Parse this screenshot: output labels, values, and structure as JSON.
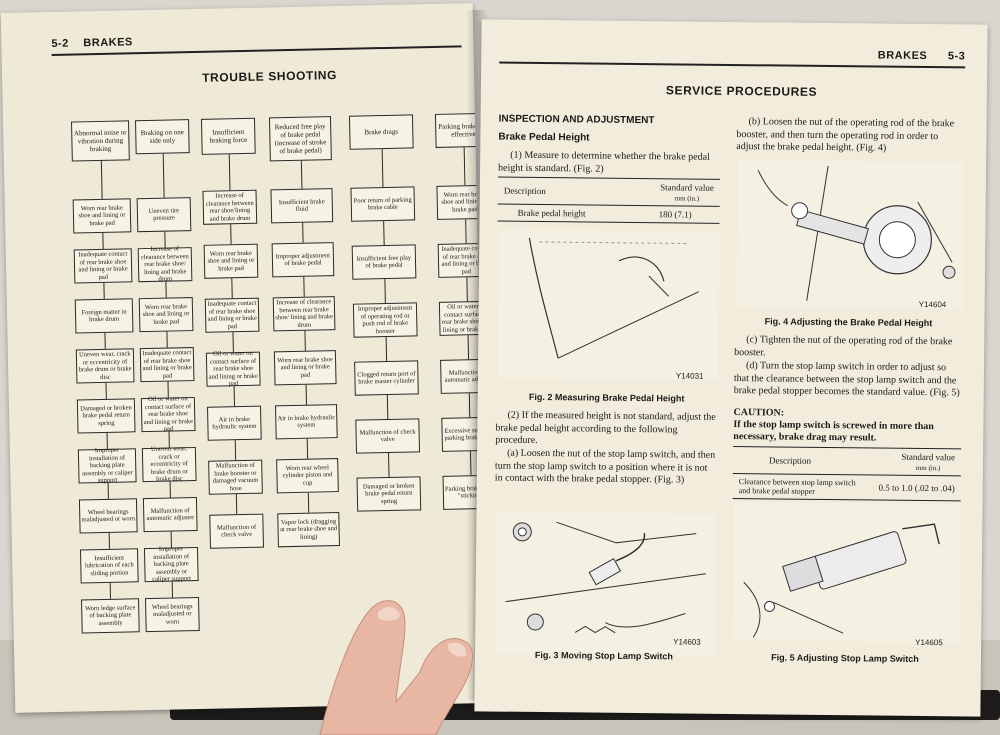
{
  "left_page": {
    "page_number": "5-2",
    "header_title": "BRAKES",
    "section_title": "TROUBLE SHOOTING",
    "symptoms": [
      "Abnormal noise or vibration during braking",
      "Braking on one side only",
      "Insufficient braking force",
      "Reduced free play of brake pedal (increase of stroke of brake pedal)",
      "Brake drags",
      "Parking brake not effective"
    ],
    "col1": [
      "Worn rear brake shoe and lining or brake pad",
      "Inadequate contact of rear brake shoe and lining or brake pad",
      "Foreign matter in brake drum",
      "Uneven wear, crack or eccentricity of brake drum or brake disc",
      "Damaged or broken brake pedal return spring",
      "Improper installation of backing plate assembly or caliper support",
      "Wheel bearings maladjusted or worn",
      "Insufficient lubrication of each sliding portion",
      "Worn ledge surface of backing plate assembly"
    ],
    "col2": [
      "Uneven tire pressure",
      "Increase of clearance between rear brake shoe/ lining and brake drum",
      "Worn rear brake shoe and lining or brake pad",
      "Inadequate contact of rear brake shoe and lining or brake pad",
      "Oil or water on contact surface of rear brake shoe and lining or brake pad",
      "Uneven wear, crack or eccentricity of brake drum or brake disc",
      "Malfunction of automatic adjuster",
      "Improper installation of backing plate assembly or caliper support",
      "Wheel bearings maladjusted or worn"
    ],
    "col3": [
      "Increase of clearance between rear shoe/lining and brake drum",
      "Worn rear brake shoe and lining or brake pad",
      "Inadequate contact of rear brake shoe and lining or brake pad",
      "Oil or water on contact surface of rear brake shoe and lining or brake pad",
      "Air in brake hydraulic system",
      "Malfunction of brake booster or damaged vacuum hose",
      "Malfunction of check valve"
    ],
    "col4": [
      "Insufficient brake fluid",
      "Improper adjustment of brake pedal",
      "Increase of clearance between rear brake shoe/ lining and brake drum",
      "Worn rear brake shoe and lining or brake pad",
      "Air in brake hydraulic system",
      "Worn rear wheel cylinder piston and cup",
      "Vapor lock (dragging at rear brake shoe and lining)"
    ],
    "col5": [
      "Poor return of parking brake cable",
      "Insufficient free play of brake pedal",
      "Improper adjustment of operating rod or push rod of brake booster",
      "Clogged return port of brake master cylinder",
      "Malfunction of check valve",
      "Damaged or broken brake pedal return spring"
    ],
    "col6": [
      "Worn rear brake shoe and lining or brake pad",
      "Inadequate contact of rear brake shoe and lining or brake pad",
      "Oil or water on contact surface of rear brake shoe and lining or brake pad",
      "Malfunction of automatic adjuster",
      "Excessive stroke of parking brake lever",
      "Parking brake cable \"sticking\""
    ]
  },
  "right_page": {
    "page_number": "5-3",
    "header_title": "BRAKES",
    "section_title": "SERVICE PROCEDURES",
    "subhead_inspection": "INSPECTION AND ADJUSTMENT",
    "subhead_pedal": "Brake Pedal Height",
    "step1": "(1) Measure to determine whether the brake pedal height is standard. (Fig. 2)",
    "spec1": {
      "col1": "Description",
      "col2a": "Standard value",
      "col2b": "mm (in.)",
      "row_label": "Brake pedal height",
      "row_value": "180 (7.1)"
    },
    "fig2": {
      "id": "Y14031",
      "caption": "Fig. 2  Measuring Brake Pedal Height"
    },
    "step2": "(2) If the measured height is not standard, adjust the brake pedal height according to the following procedure.",
    "step2a": "(a) Loosen the nut of the stop lamp switch, and then turn the stop lamp switch to a position where it is not in contact with the brake pedal stopper. (Fig. 3)",
    "fig3": {
      "id": "Y14603",
      "caption": "Fig. 3  Moving Stop Lamp Switch"
    },
    "step2b": "(b) Loosen the nut of the operating rod of the brake booster, and then turn the operating rod in order to adjust the brake pedal height. (Fig. 4)",
    "fig4": {
      "id": "Y14604",
      "caption": "Fig. 4  Adjusting the Brake Pedal Height"
    },
    "step2c": "(c) Tighten the nut of the operating rod of the brake booster.",
    "step2d": "(d) Turn the stop lamp switch in order to adjust so that the clearance between the stop lamp switch and the brake pedal stopper becomes the standard value. (Fig. 5)",
    "caution_label": "CAUTION:",
    "caution_text": "If the stop lamp switch is screwed in more than necessary, brake drag may result.",
    "spec2": {
      "col1": "Description",
      "col2a": "Standard value",
      "col2b": "mm (in.)",
      "row_label": "Clearance between stop lamp switch and brake pedal stopper",
      "row_value": "0.5 to 1.0 (.02 to .04)"
    },
    "fig5": {
      "id": "Y14605",
      "caption": "Fig. 5  Adjusting Stop Lamp Switch"
    }
  }
}
